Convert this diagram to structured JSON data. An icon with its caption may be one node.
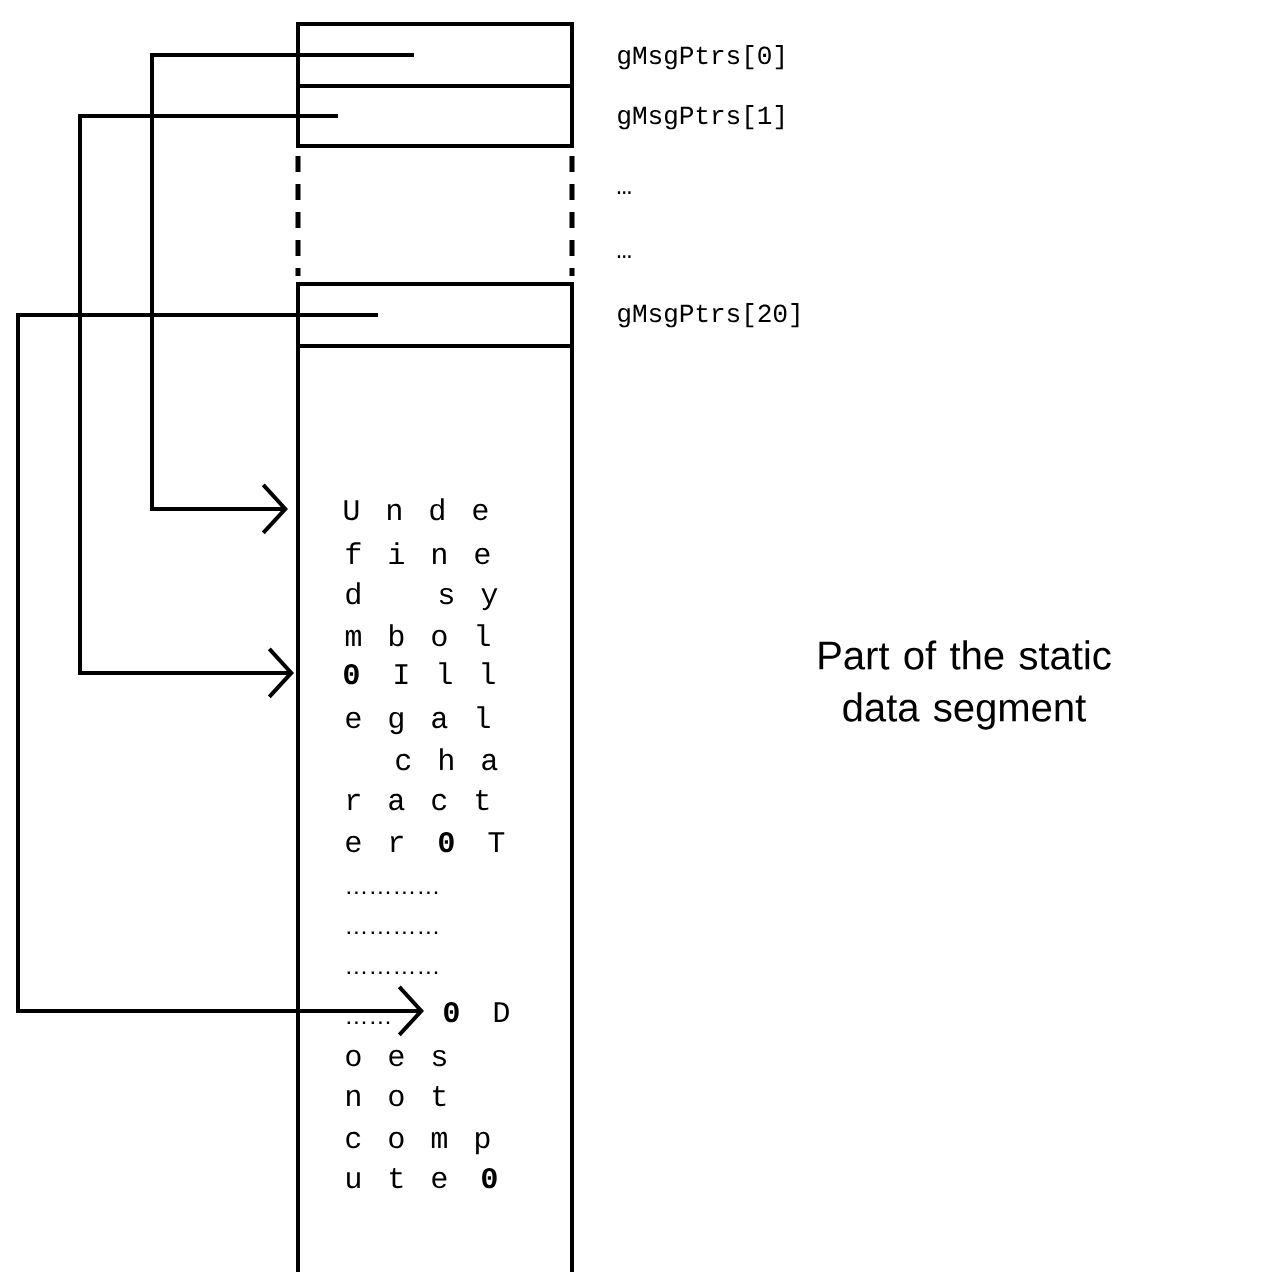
{
  "diagram": {
    "nodes": [
      {
        "text": [],
        "shape": "box",
        "beside": [
          "gMsgPtrs[0]"
        ]
      },
      {
        "text": [],
        "shape": "box",
        "beside": [
          "gMsgPtrs[1]"
        ]
      },
      {
        "text": [],
        "shape": "box",
        "beside": [
          "gMsgPtrs[20]"
        ]
      },
      {
        "text": [],
        "shape": "box"
      },
      {
        "text": [
          "U n d e"
        ],
        "in": 3
      },
      {
        "text": [
          "**0** I l l"
        ],
        "in": 3
      },
      {
        "text": [
          "**0** D"
        ],
        "in": 3
      }
    ],
    "edges": [
      {
        "from": 0,
        "to": 4,
        "arrow": "to"
      },
      {
        "from": 1,
        "to": 5,
        "arrow": "to"
      },
      {
        "from": 2,
        "to": 6,
        "arrow": "to"
      }
    ],
    "labels": [
      "f i n e",
      "d   s y",
      "m b o l",
      "e g a l",
      "c h a",
      "r a c t",
      "e r **0** T",
      "…………",
      "…………",
      "…………",
      "……",
      "o e s",
      "n o t",
      "c o m p",
      "u t e **0**",
      "…",
      "…",
      "Part of the static data segment"
    ]
  }
}
